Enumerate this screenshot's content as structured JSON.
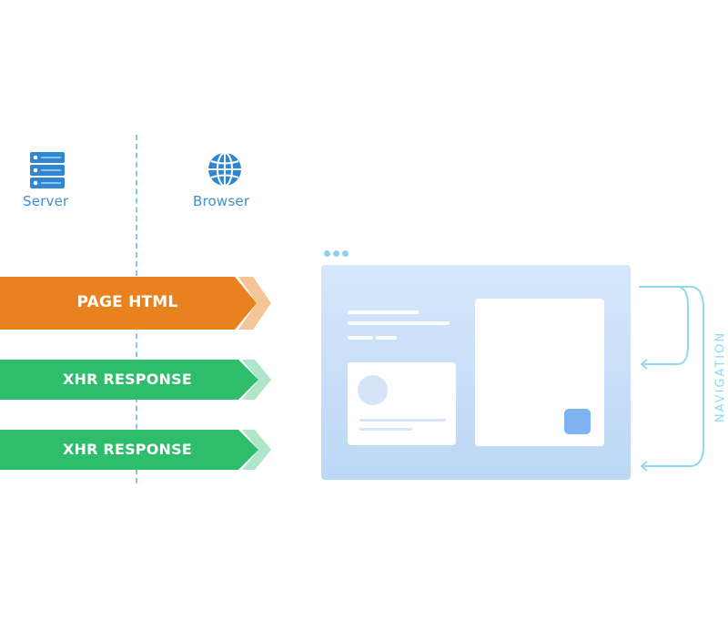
{
  "labels": {
    "server": "Server",
    "browser": "Browser"
  },
  "responses": [
    {
      "label": "PAGE HTML",
      "color": "#e8821f",
      "tail_color": "#f3c08c",
      "icon": "arrow-right"
    },
    {
      "label": "XHR RESPONSE",
      "color": "#2ebd6a",
      "tail_color": "#a6e3c2",
      "icon": "arrow-right"
    },
    {
      "label": "XHR RESPONSE",
      "color": "#2ebd6a",
      "tail_color": "#a6e3c2",
      "icon": "arrow-right"
    }
  ],
  "navigation_label": "NAVIGATION",
  "icons": {
    "server": "server-icon",
    "browser": "globe-icon"
  },
  "colors": {
    "accent": "#3d8fd0",
    "divider": "#7fc7ec",
    "browser_window": "#cfe3f9",
    "button": "#7fb4f2",
    "navigation": "#8fd9ee"
  }
}
